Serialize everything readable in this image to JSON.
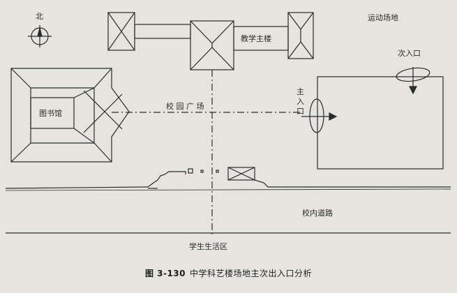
{
  "labels": {
    "north": "北",
    "sports_field": "运动场地",
    "teaching_building": "教学主楼",
    "library": "图书馆",
    "campus_square": "校 园 广 场",
    "main_entrance": "主\n入\n口",
    "secondary_entrance": "次入口",
    "campus_road": "校内道路",
    "student_living_area": "学生生活区"
  },
  "caption": {
    "number": "图 3-130",
    "text": "中学科艺楼场地主次出入口分析"
  },
  "colors": {
    "ink": "#2a2a2a",
    "paper": "#e6e4df"
  }
}
